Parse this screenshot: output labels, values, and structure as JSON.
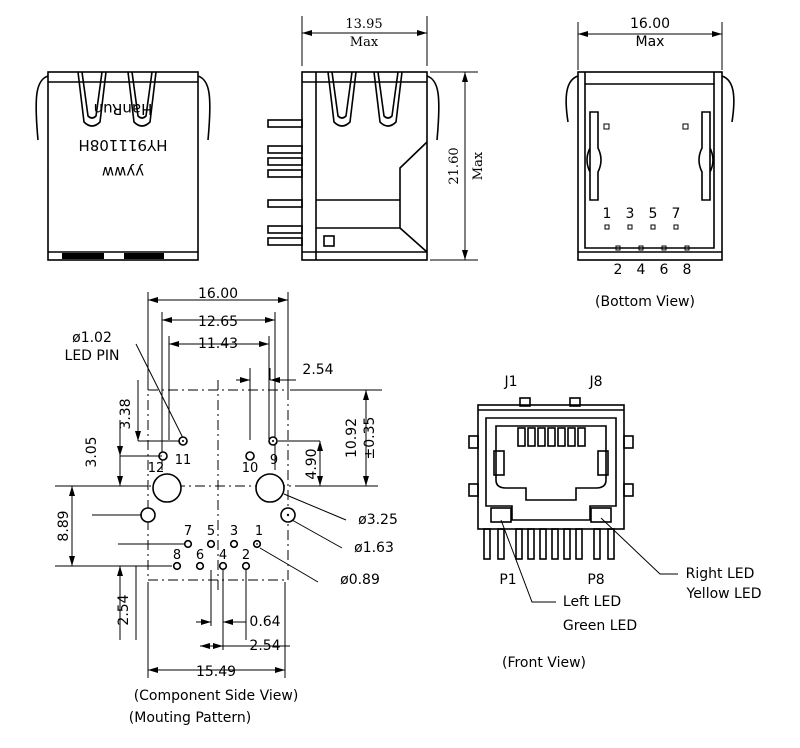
{
  "labels": {
    "top_front": [
      "yyww",
      "HY911108H",
      "HanRun"
    ],
    "side_width": "13.95",
    "side_width_max": "Max",
    "side_height": "21.60",
    "side_height_max": "Max",
    "bottom_width": "16.00",
    "bottom_width_max": "Max",
    "bottom_pins_odd": [
      "1",
      "3",
      "5",
      "7"
    ],
    "bottom_pins_even": [
      "2",
      "4",
      "6",
      "8"
    ],
    "bottom_caption": "(Bottom View)",
    "mp_16": "16.00",
    "mp_1265": "12.65",
    "mp_1143": "11.43",
    "mp_led_pin_dia": "ø1.02",
    "mp_led_pin": "LED PIN",
    "mp_254_top": "2.54",
    "mp_338": "3.38",
    "mp_305": "3.05",
    "mp_1092": "10.92",
    "mp_tol": "±0.35",
    "mp_490": "4.90",
    "mp_889": "8.89",
    "mp_254_left": "2.54",
    "mp_325": "ø3.25",
    "mp_163": "ø1.63",
    "mp_089": "ø0.89",
    "mp_064": "0.64",
    "mp_254_bot": "2.54",
    "mp_1549": "15.49",
    "mp_pins": [
      "11",
      "12",
      "10",
      "9",
      "7",
      "5",
      "3",
      "1",
      "8",
      "6",
      "4",
      "2"
    ],
    "mp_caption1": "(Component Side View)",
    "mp_caption2": "(Mouting Pattern)",
    "fv_j1": "J1",
    "fv_j8": "J8",
    "fv_p1": "P1",
    "fv_p8": "P8",
    "fv_left_led": "Left LED",
    "fv_green_led": "Green LED",
    "fv_right_led": "Right LED",
    "fv_yellow_led": "Yellow LED",
    "fv_caption": "(Front View)"
  }
}
